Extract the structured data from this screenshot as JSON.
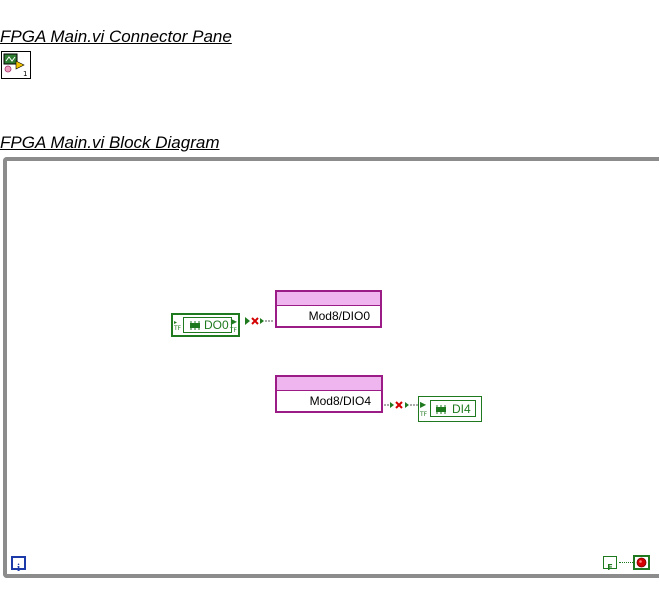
{
  "connector_pane": {
    "heading": "FPGA Main.vi Connector Pane",
    "icon_badge": "1"
  },
  "block_diagram": {
    "heading": "FPGA Main.vi Block Diagram",
    "do_channel": {
      "label": "DO0"
    },
    "io_node_top": {
      "label": "Mod8/DIO0"
    },
    "io_node_bottom": {
      "label": "Mod8/DIO4"
    },
    "di_channel": {
      "label": "DI4"
    },
    "iteration_terminal": {
      "label": "i"
    },
    "stop_constant": {
      "label": "F"
    }
  },
  "colors": {
    "loop_border": "#8c8c8c",
    "io_node_border": "#9b1c86",
    "io_node_fill": "#efb5ef",
    "channel_green": "#1f7a1f",
    "error_red": "#d40000",
    "iteration_blue": "#1c3aa8"
  }
}
